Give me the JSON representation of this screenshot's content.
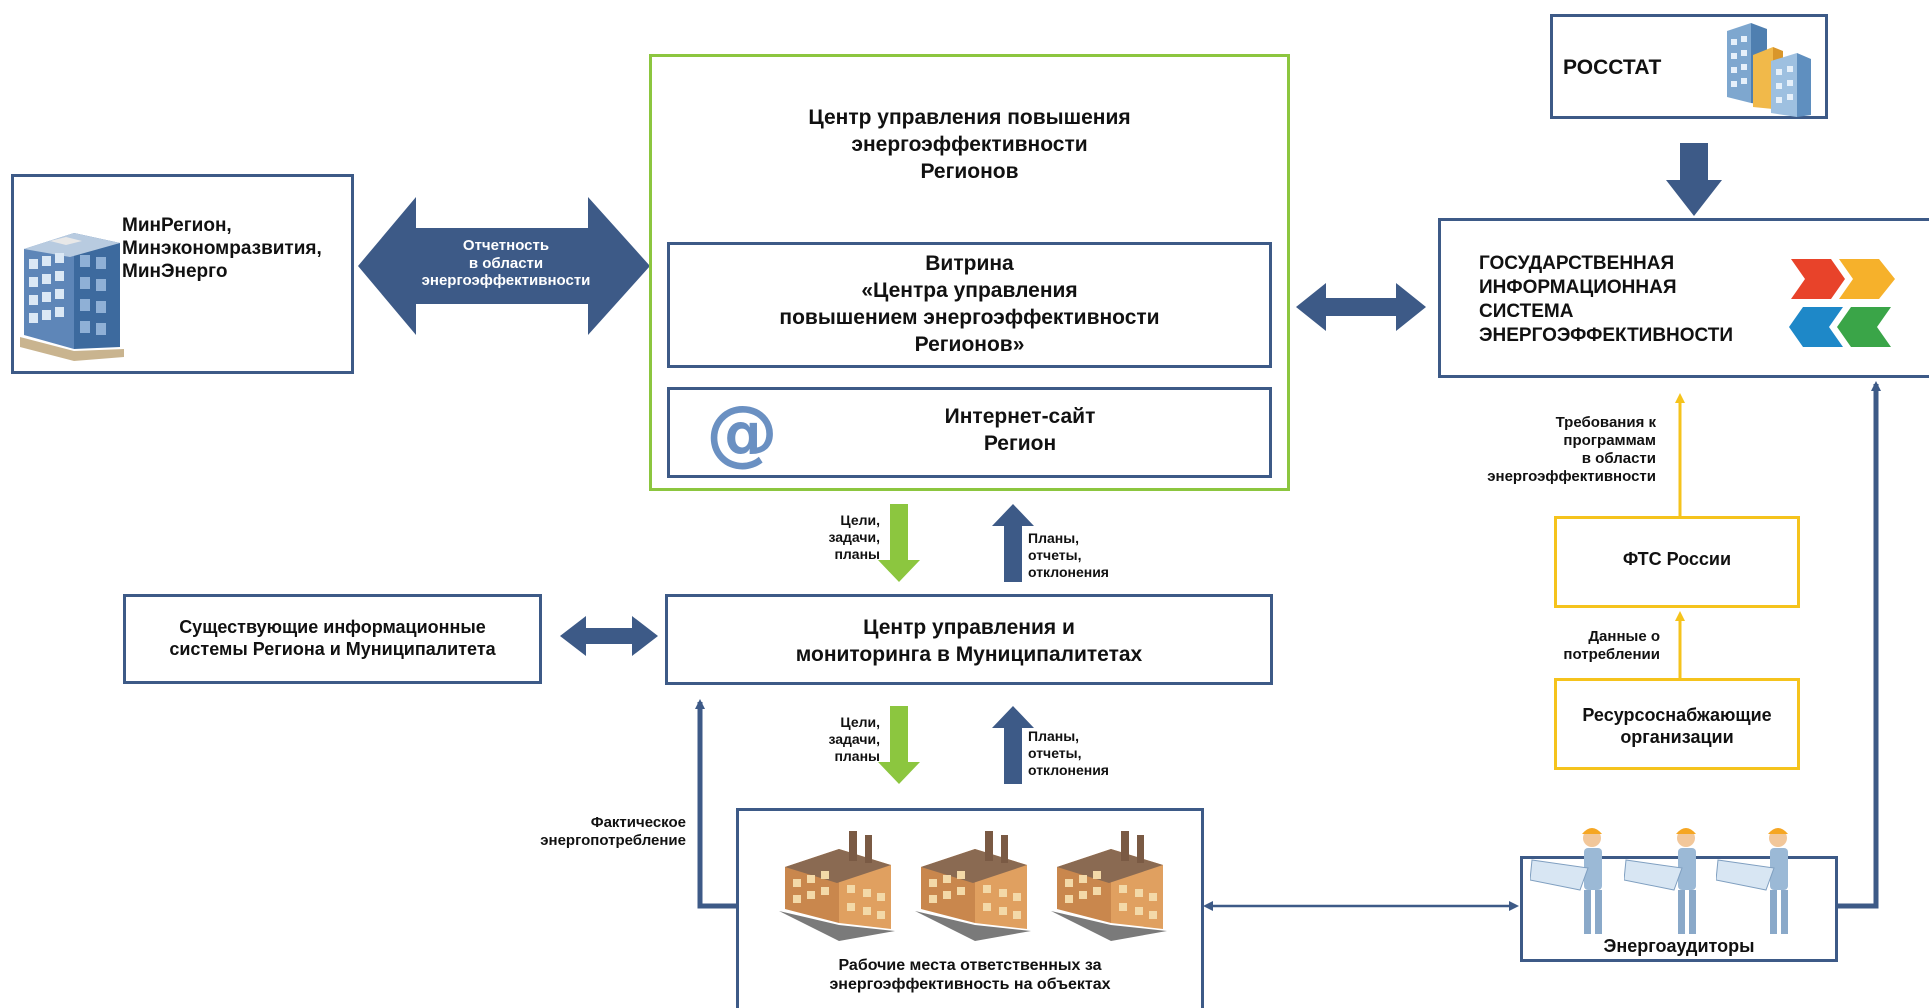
{
  "ministries": {
    "line1": "МинРегион,",
    "line2": "Минэкономразвития,",
    "line3": "МинЭнерго"
  },
  "reporting_arrow": {
    "line1": "Отчетность",
    "line2": "в области",
    "line3": "энергоэффективности"
  },
  "regional_center": {
    "line1": "Центр управления повышения",
    "line2": "энергоэффективности",
    "line3": "Регионов"
  },
  "showcase": {
    "line1": "Витрина",
    "line2": "«Центра управления",
    "line3": "повышением энергоэффективности",
    "line4": "Регионов»"
  },
  "website": {
    "line1": "Интернет-сайт",
    "line2": "Регион",
    "icon": "at-sign-icon"
  },
  "rosstat": {
    "label": "РОССТАТ"
  },
  "gis": {
    "line1": "ГОСУДАРСТВЕННАЯ",
    "line2": "ИНФОРМАЦИОННАЯ",
    "line3": "СИСТЕМА",
    "line4": "ЭНЕРГОЭФФЕКТИВНОСТИ"
  },
  "requirements": {
    "line1": "Требования к",
    "line2": "программам",
    "line3": "в области",
    "line4": "энергоэффективности"
  },
  "fts": {
    "label": "ФТС России"
  },
  "consumption_data": {
    "line1": "Данные о",
    "line2": "потреблении"
  },
  "suppliers": {
    "line1": "Ресурсоснабжающие",
    "line2": "организации"
  },
  "goals_top": {
    "line1": "Цели,",
    "line2": "задачи,",
    "line3": "планы"
  },
  "plans_top": {
    "line1": "Планы,",
    "line2": "отчеты,",
    "line3": "отклонения"
  },
  "existing_systems": {
    "line1": "Существующие информационные",
    "line2": "системы Региона и Муниципалитета"
  },
  "municipal_center": {
    "line1": "Центр управления и",
    "line2": "мониторинга в Муниципалитетах"
  },
  "goals_bottom": {
    "line1": "Цели,",
    "line2": "задачи,",
    "line3": "планы"
  },
  "plans_bottom": {
    "line1": "Планы,",
    "line2": "отчеты,",
    "line3": "отклонения"
  },
  "actual_consumption": {
    "line1": "Фактическое",
    "line2": "энергопотребление"
  },
  "workplaces": {
    "line1": "Рабочие места ответственных за",
    "line2": "энергоэффективность на объектах"
  },
  "auditors": {
    "label": "Энергоаудиторы"
  },
  "colors": {
    "navy": "#3d5a87",
    "green": "#8cc63f",
    "yellow": "#f5c31c"
  }
}
